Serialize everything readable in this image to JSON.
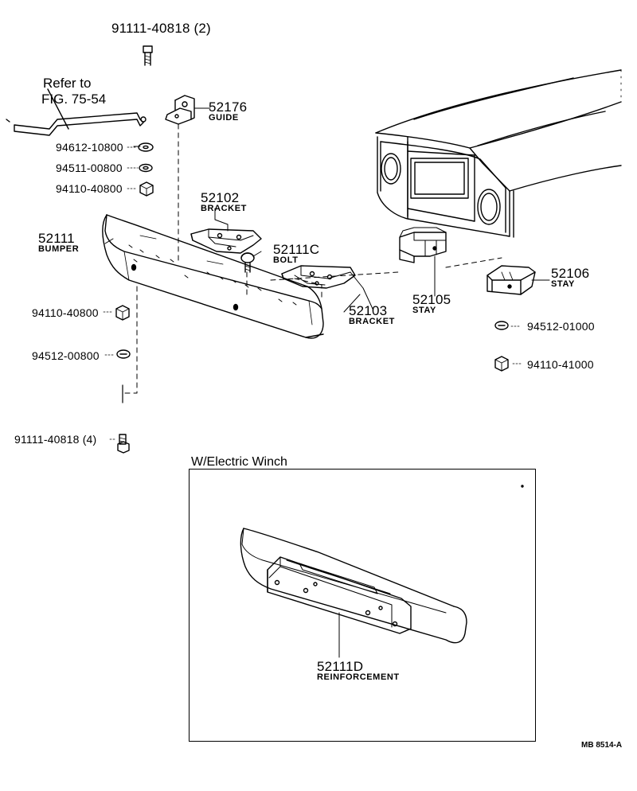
{
  "diagram": {
    "refer": {
      "line1": "Refer to",
      "line2": "FIG. 75-54"
    },
    "parts": {
      "p91111_top": "91111-40818 (2)",
      "p52176": {
        "number": "52176",
        "name": "GUIDE"
      },
      "p94612": "94612-10800",
      "p94511": "94511-00800",
      "p94110_top": "94110-40800",
      "p52102": {
        "number": "52102",
        "name": "BRACKET"
      },
      "p52111": {
        "number": "52111",
        "name": "BUMPER"
      },
      "p52111C": {
        "number": "52111C",
        "name": "BOLT"
      },
      "p52103": {
        "number": "52103",
        "name": "BRACKET"
      },
      "p52105": {
        "number": "52105",
        "name": "STAY"
      },
      "p52106": {
        "number": "52106",
        "name": "STAY"
      },
      "p94110_mid": "94110-40800",
      "p94512_left": "94512-00800",
      "p94512_right": "94512-01000",
      "p94110_right": "94110-41000",
      "p91111_bottom": "91111-40818 (4)"
    },
    "inset": {
      "title": "W/Electric Winch",
      "part": {
        "number": "52111D",
        "name": "REINFORCEMENT"
      }
    },
    "figure_code": "MB  8514-A"
  }
}
